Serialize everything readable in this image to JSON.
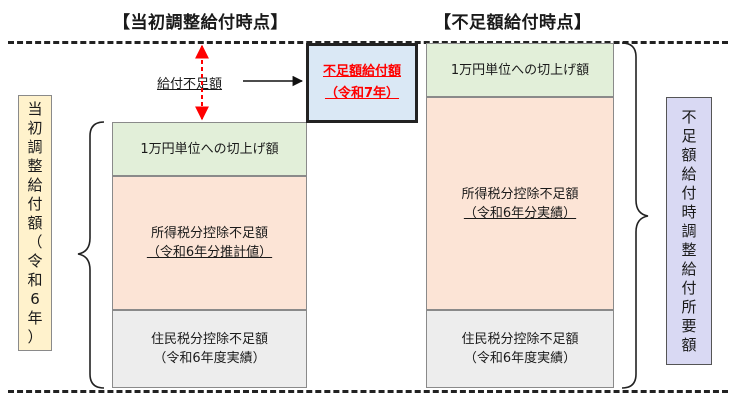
{
  "headings": {
    "initial": "【当初調整給付時点】",
    "shortfall": "【不足額給付時点】"
  },
  "left_column": {
    "top": "1万円単位への切上げ額",
    "middle_line1": "所得税分控除不足額",
    "middle_line2": "（令和6年分推計値）",
    "bottom_line1": "住民税分控除不足額",
    "bottom_line2": "（令和6年度実績）"
  },
  "right_column": {
    "top": "1万円単位への切上げ額",
    "middle_line1": "所得税分控除不足額",
    "middle_line2": "（令和6年分実績）",
    "bottom_line1": "住民税分控除不足額",
    "bottom_line2": "（令和6年度実績）"
  },
  "center_box": {
    "line1": "不足額給付額",
    "line2": "（令和7年）"
  },
  "shortfall_label": "給付不足額",
  "left_vertical": [
    "当",
    "初",
    "調",
    "整",
    "給",
    "付",
    "額",
    "（",
    "令",
    "和",
    "6",
    "年",
    "）"
  ],
  "right_vertical": [
    "不",
    "足",
    "額",
    "給",
    "付",
    "時",
    "調",
    "整",
    "給",
    "付",
    "所",
    "要",
    "額"
  ],
  "colors": {
    "green": "#e2efd9",
    "salmon": "#fce4d6",
    "gray": "#ededed",
    "yellow": "#fff2cc",
    "lavender": "#d9d9f3",
    "center_fill": "#dae8f5",
    "red": "#ff0000"
  }
}
